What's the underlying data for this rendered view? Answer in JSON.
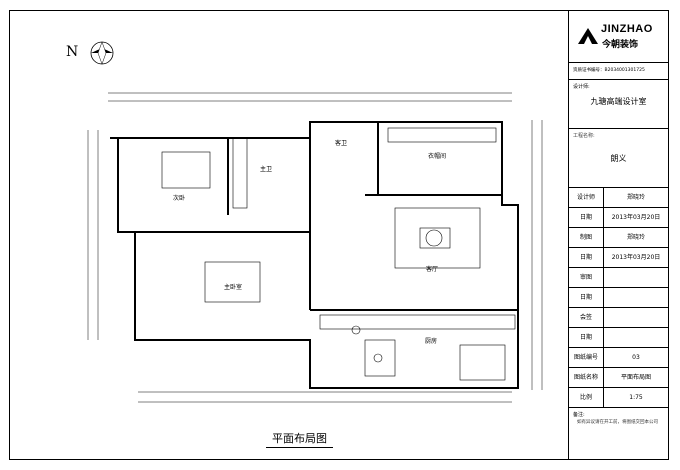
{
  "drawing": {
    "north_label": "N",
    "title": "平面布局图",
    "rooms": {
      "bedroom2": "次卧",
      "bath_main": "主卫",
      "bath_guest": "客卫",
      "cloakroom": "衣帽间",
      "master": "主卧室",
      "living": "客厅",
      "kitchen": "厨房"
    }
  },
  "title_block": {
    "brand": "JINZHAO",
    "brand_cn": "今朝装饰",
    "certificate": "资质证书编号：B2034001301725",
    "designer_label": "设计师:",
    "designer_value": "九瑭高端设计室",
    "project_label": "工程名称:",
    "project_value": "朗义",
    "rows": [
      {
        "k": "设计师",
        "v": "郑晓玲"
      },
      {
        "k": "日期",
        "v": "2013年03月20日"
      },
      {
        "k": "制图",
        "v": "郑晓玲"
      },
      {
        "k": "日期",
        "v": "2013年03月20日"
      },
      {
        "k": "审图",
        "v": ""
      },
      {
        "k": "日期",
        "v": ""
      },
      {
        "k": "会签",
        "v": ""
      },
      {
        "k": "日期",
        "v": ""
      },
      {
        "k": "图纸编号",
        "v": "03"
      },
      {
        "k": "图纸名称",
        "v": "平面布局图"
      },
      {
        "k": "比例",
        "v": "1:75"
      }
    ],
    "note_label": "备注:",
    "note_text": "如有异议请在开工前，将图纸交回本公司"
  }
}
